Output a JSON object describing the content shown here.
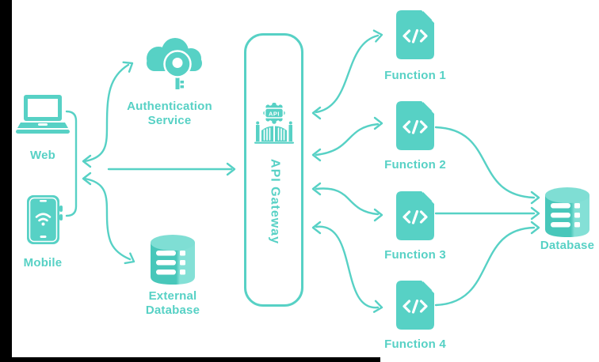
{
  "colors": {
    "accent": "#57D1C5",
    "accent_light": "#7FDED4",
    "db_dark": "#48C7BA",
    "db_light": "#84E0D6",
    "background": "#FFFFFF",
    "letterbox": "#000000"
  },
  "nodes": {
    "web": {
      "label": "Web"
    },
    "mobile": {
      "label": "Mobile"
    },
    "auth_service": {
      "label_line1": "Authentication",
      "label_line2": "Service"
    },
    "external_database": {
      "label_line1": "External",
      "label_line2": "Database"
    },
    "api_gateway": {
      "label": "API Gateway",
      "badge": "API"
    },
    "functions": [
      {
        "label": "Function 1"
      },
      {
        "label": "Function 2"
      },
      {
        "label": "Function 3"
      },
      {
        "label": "Function 4"
      }
    ],
    "database": {
      "label": "Database"
    }
  },
  "icons": {
    "web": "laptop-icon",
    "mobile": "smartphone-icon",
    "auth_service": "cloud-key-icon",
    "external_database": "database-icon",
    "api_gateway": "api-gate-icon",
    "functions": "code-file-icon",
    "database": "database-icon"
  }
}
